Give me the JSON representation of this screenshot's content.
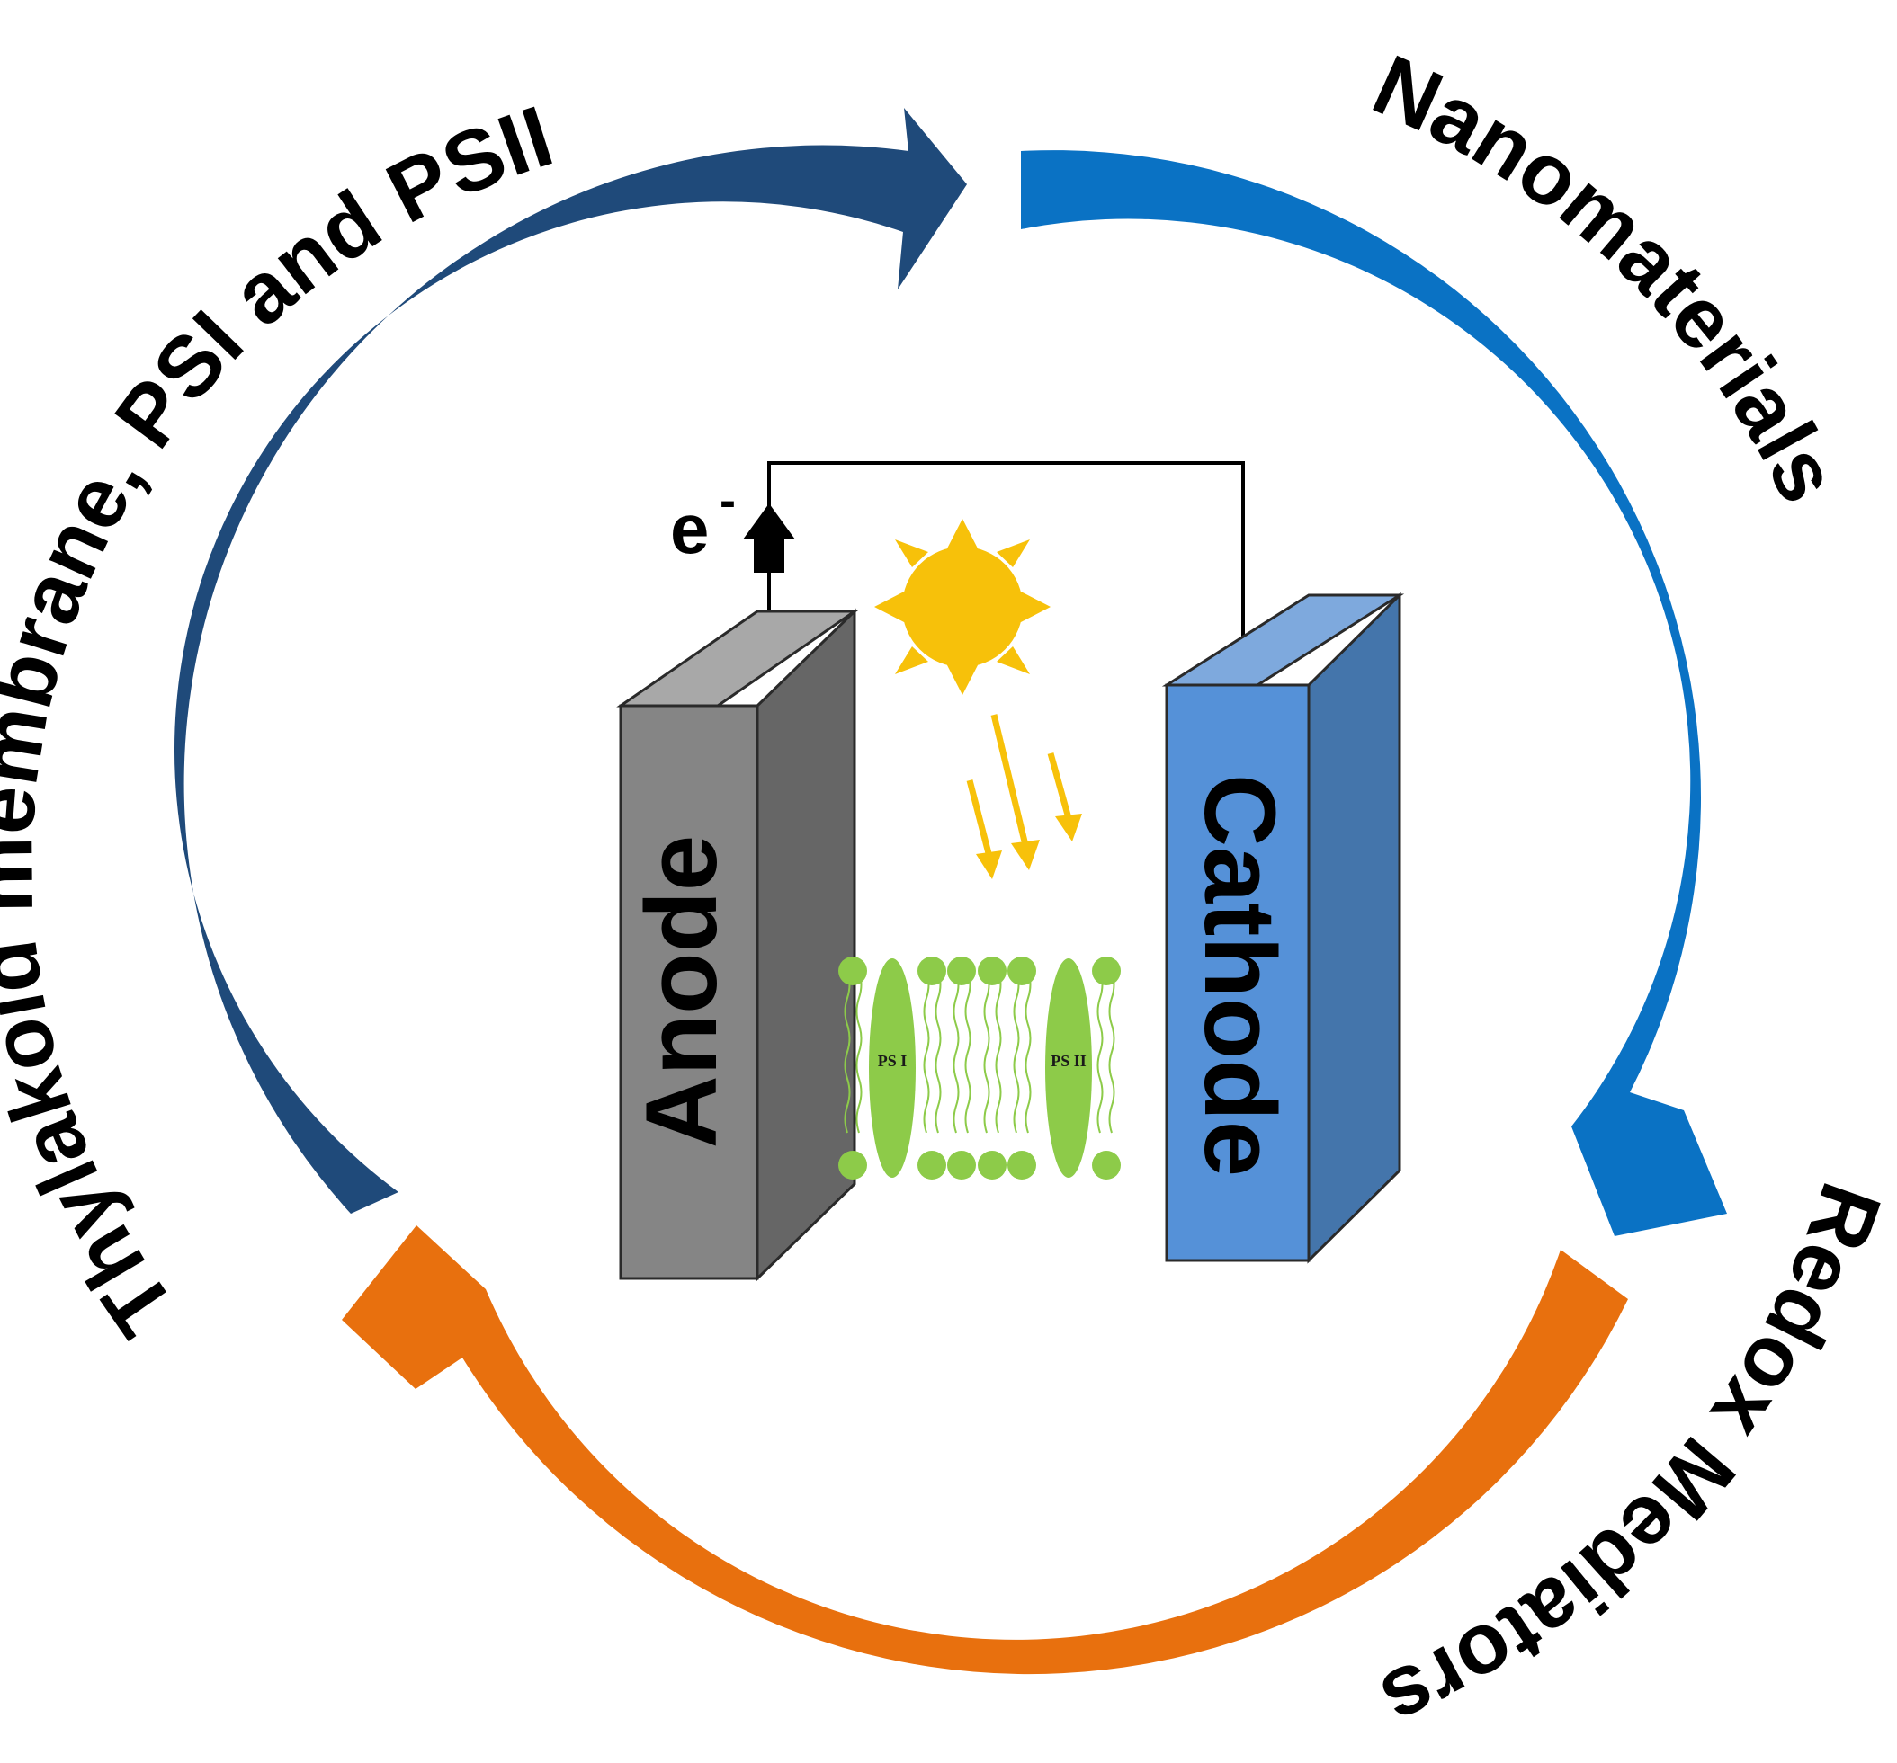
{
  "labels": {
    "left_arc": "Thylakoid membrane, PSI and PSII",
    "right_arc": "Nanomaterials",
    "bottom_arc": "Redox Mediators",
    "anode": "Anode",
    "cathode": "Cathode",
    "electron": "e",
    "electron_sup": "-",
    "ps1": "PS I",
    "ps2": "PS II"
  },
  "colors": {
    "dark_blue_arc": "#1f4a7a",
    "blue_arc": "#0a72c4",
    "orange_arc": "#e8700e",
    "anode_front": "#858585",
    "anode_side": "#666666",
    "anode_top": "#a8a8a8",
    "cathode_front": "#5591d8",
    "cathode_side": "#4475ab",
    "cathode_top": "#7ea9dd",
    "sun": "#f7c10a",
    "membrane_green": "#8dcb49"
  },
  "icons": [
    "sun-icon",
    "light-rays-icon",
    "electron-arrow-icon",
    "membrane-icon"
  ]
}
